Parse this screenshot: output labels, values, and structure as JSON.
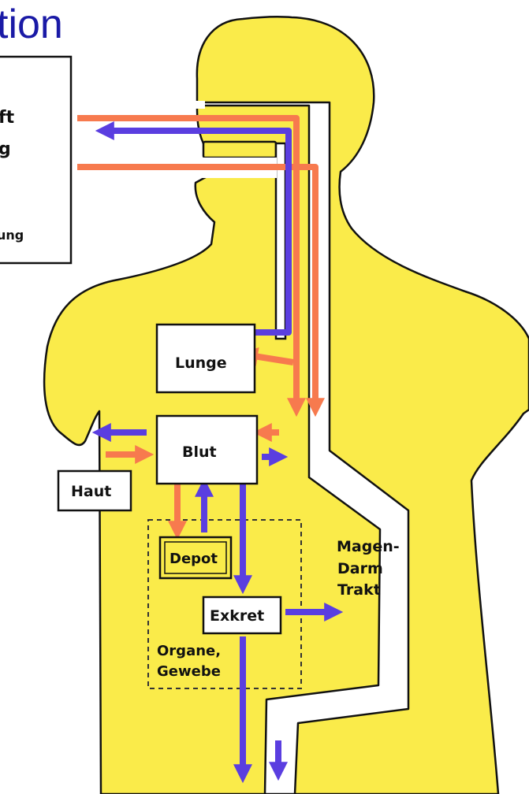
{
  "header": {
    "title_fragment": "tion"
  },
  "legend_box": {
    "line1_fragment": "ft",
    "line2_fragment": "g",
    "line3_fragment": "ung"
  },
  "boxes": {
    "lunge": "Lunge",
    "blut": "Blut",
    "haut": "Haut",
    "depot": "Depot",
    "exkret": "Exkret"
  },
  "labels": {
    "magen_darm_trakt": [
      "Magen-",
      "Darm",
      "Trakt"
    ],
    "organe_gewebe": [
      "Organe,",
      "Gewebe"
    ]
  },
  "colors": {
    "body_fill": "#faeb4a",
    "outline": "#111111",
    "intake_arrow": "#f77a4e",
    "output_arrow": "#5a3ee0",
    "title": "#1a1aa6"
  }
}
